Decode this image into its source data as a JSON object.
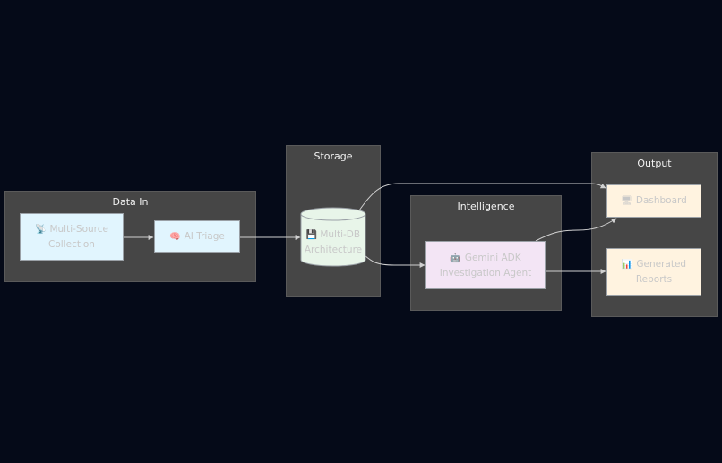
{
  "colors": {
    "background": "#050a18",
    "cluster_fill": "#464646",
    "edge": "#d0d0d0",
    "data_in_node": "#e1f5fe",
    "storage_node": "#e8f5e9",
    "intelligence_node": "#f3e5f5",
    "output_node": "#fff3e0"
  },
  "clusters": {
    "data_in": {
      "title": "Data In"
    },
    "storage": {
      "title": "Storage"
    },
    "intelligence": {
      "title": "Intelligence"
    },
    "output": {
      "title": "Output"
    }
  },
  "nodes": {
    "collection": {
      "icon": "satellite-icon",
      "glyph": "📡",
      "line1": "Multi-Source",
      "line2": "Collection"
    },
    "triage": {
      "icon": "brain-icon",
      "glyph": "🧠",
      "line1": "AI Triage"
    },
    "multidb": {
      "icon": "floppy-disk-icon",
      "glyph": "💾",
      "line1": "Multi-DB",
      "line2": "Architecture"
    },
    "agent": {
      "icon": "robot-icon",
      "glyph": "🤖",
      "line1": "Gemini ADK",
      "line2": "Investigation Agent"
    },
    "dashboard": {
      "icon": "monitor-icon",
      "glyph": "🖥",
      "line1": "Dashboard"
    },
    "reports": {
      "icon": "bar-chart-icon",
      "glyph": "📊",
      "line1": "Generated",
      "line2": "Reports"
    }
  },
  "edges": [
    {
      "from": "Multi-Source Collection",
      "to": "AI Triage"
    },
    {
      "from": "AI Triage",
      "to": "Multi-DB Architecture"
    },
    {
      "from": "Multi-DB Architecture",
      "to": "Dashboard"
    },
    {
      "from": "Multi-DB Architecture",
      "to": "Gemini ADK Investigation Agent"
    },
    {
      "from": "Gemini ADK Investigation Agent",
      "to": "Dashboard"
    },
    {
      "from": "Gemini ADK Investigation Agent",
      "to": "Generated Reports"
    }
  ]
}
